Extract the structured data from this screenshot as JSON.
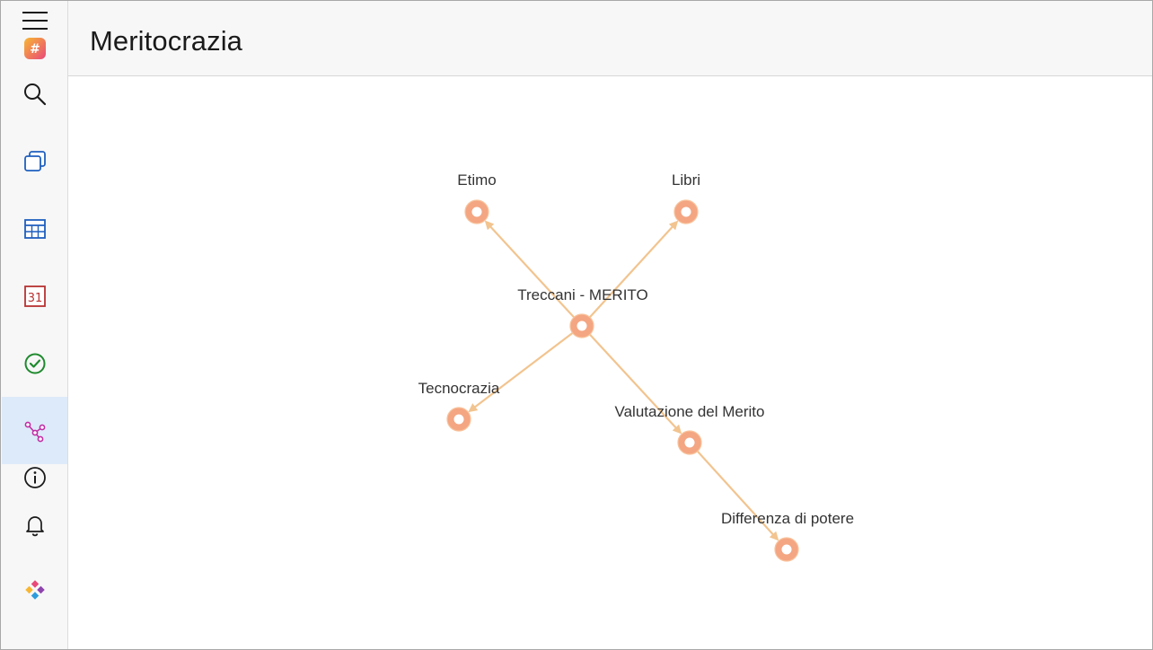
{
  "page": {
    "title": "Meritocrazia"
  },
  "sidebar": {
    "items": [
      {
        "name": "menu",
        "icon": "hamburger-menu-icon"
      },
      {
        "name": "app-logo",
        "icon": "app-logo-icon"
      },
      {
        "name": "search",
        "icon": "search-icon"
      },
      {
        "name": "pages",
        "icon": "stacked-pages-icon"
      },
      {
        "name": "table",
        "icon": "table-icon"
      },
      {
        "name": "calendar",
        "icon": "calendar-icon",
        "label": "31"
      },
      {
        "name": "tasks",
        "icon": "check-circle-icon"
      },
      {
        "name": "graph",
        "icon": "graph-nodes-icon",
        "active": true
      },
      {
        "name": "info",
        "icon": "info-icon"
      },
      {
        "name": "notifications",
        "icon": "bell-icon"
      },
      {
        "name": "ai-assistant",
        "icon": "sparkle-diamonds-icon"
      }
    ]
  },
  "graph": {
    "nodes": [
      {
        "id": "treccani",
        "label": "Treccani - MERITO"
      },
      {
        "id": "etimo",
        "label": "Etimo"
      },
      {
        "id": "libri",
        "label": "Libri"
      },
      {
        "id": "tecnocrazia",
        "label": "Tecnocrazia"
      },
      {
        "id": "valutazione",
        "label": "Valutazione del Merito"
      },
      {
        "id": "differenza",
        "label": "Differenza di potere"
      }
    ],
    "edges": [
      {
        "from": "treccani",
        "to": "etimo"
      },
      {
        "from": "treccani",
        "to": "libri"
      },
      {
        "from": "treccani",
        "to": "tecnocrazia"
      },
      {
        "from": "treccani",
        "to": "valutazione"
      },
      {
        "from": "valutazione",
        "to": "differenza"
      }
    ],
    "colors": {
      "node_fill": "#f4a582",
      "node_stroke": "#f4a582",
      "node_center": "#ffffff",
      "edge": "#f2c48f"
    }
  },
  "colors": {
    "sidebar_bg": "#f7f7f7",
    "active_bg": "#ddeaf9",
    "blue_icon": "#1f5fbf",
    "calendar_red": "#b83232",
    "check_green": "#1f8a2e",
    "graph_magenta": "#c12ea6"
  }
}
